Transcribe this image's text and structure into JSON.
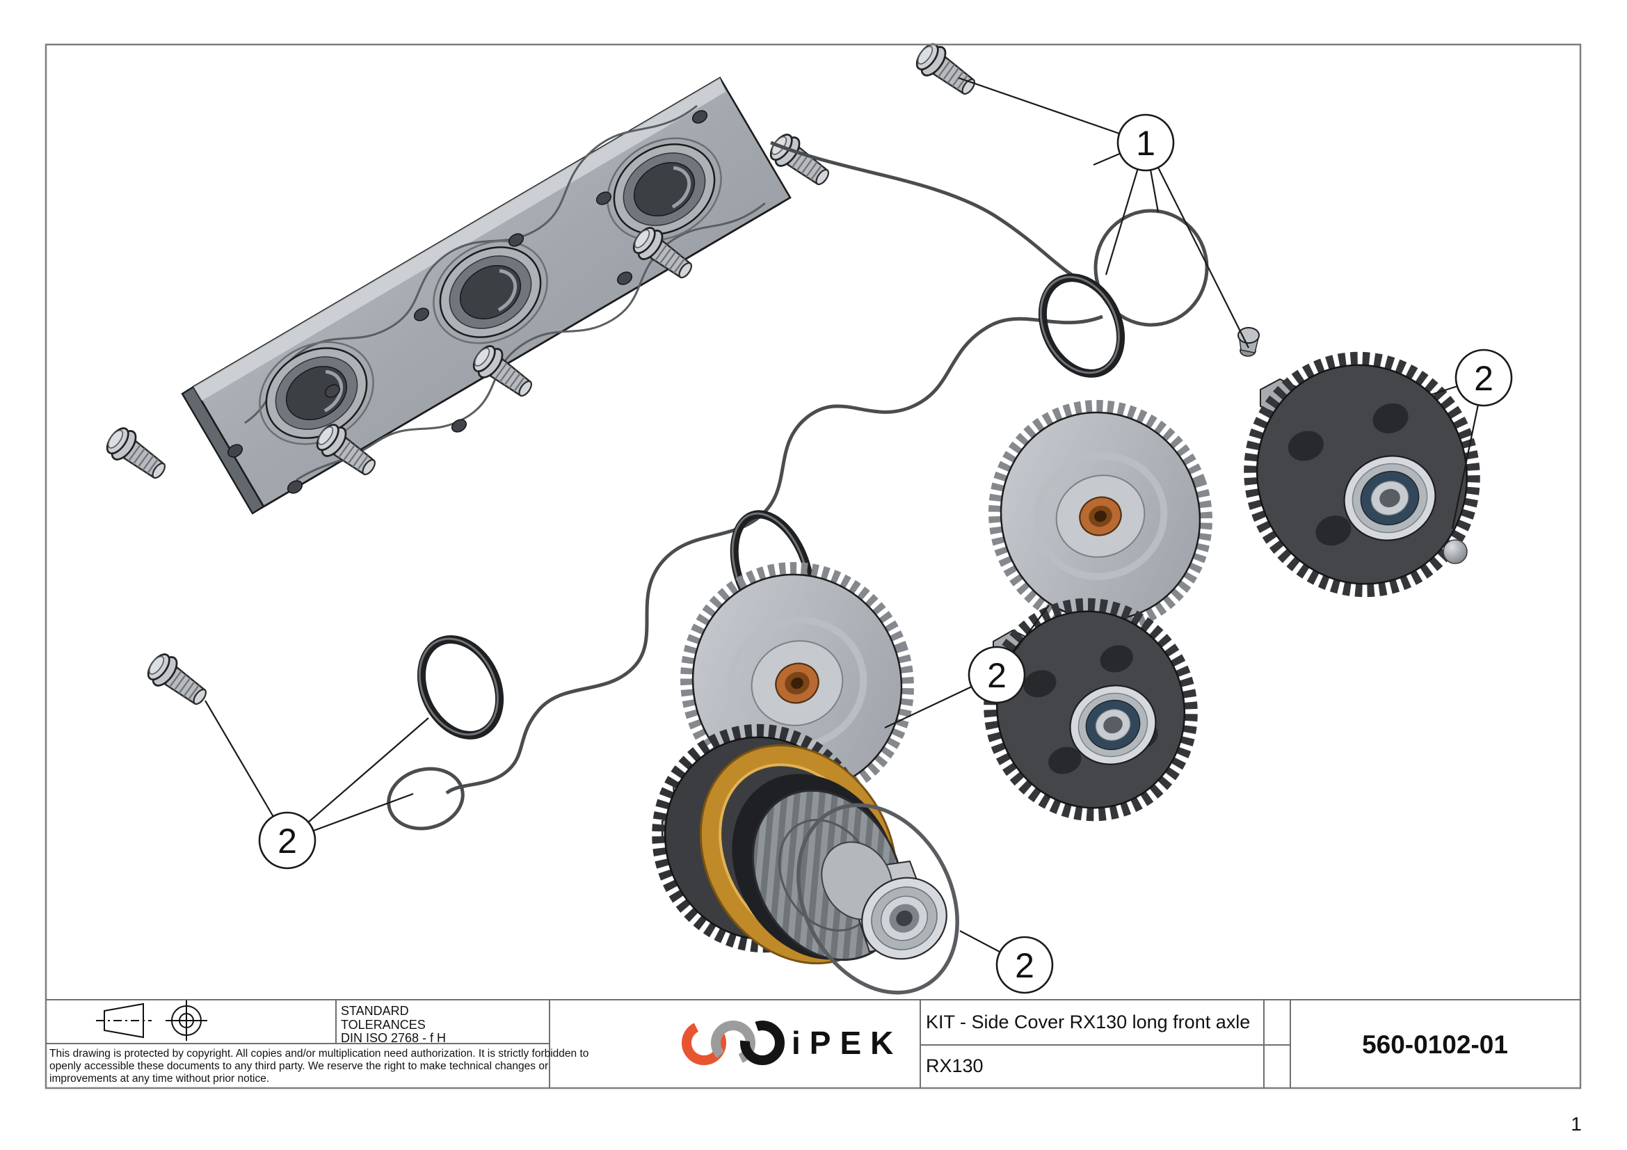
{
  "drawing": {
    "balloons": [
      {
        "label": "1"
      },
      {
        "label": "2"
      },
      {
        "label": "2"
      },
      {
        "label": "2"
      },
      {
        "label": "2"
      }
    ]
  },
  "title_block": {
    "tolerances": {
      "line1": "STANDARD",
      "line2": "TOLERANCES",
      "line3": "DIN ISO 2768 - f H"
    },
    "copyright": {
      "line1": "This drawing is protected by copyright. All copies and/or multiplication need authorization. It is strictly forbidden to",
      "line2": "openly accessible these documents to any third party. We reserve the right to make technical changes or",
      "line3": "improvements at any time without prior notice."
    },
    "brand": "iPEK",
    "title": "KIT - Side Cover RX130 long front axle",
    "model": "RX130",
    "part_number": "560-0102-01"
  },
  "page_number": "1",
  "colors": {
    "brand_orange": "#E8542F",
    "brand_gray": "#9C9C9C",
    "brand_black": "#141414",
    "brass": "#C08A28",
    "bushing": "#B96A32",
    "bearing_blue": "#33475A"
  }
}
